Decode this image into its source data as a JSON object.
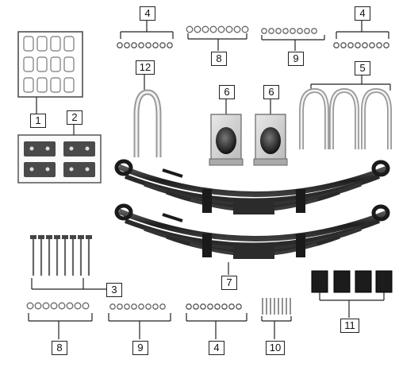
{
  "callouts": {
    "c1": "1",
    "c2": "2",
    "c3": "3",
    "c4a": "4",
    "c4b": "4",
    "c4c": "4",
    "c5": "5",
    "c6a": "6",
    "c6b": "6",
    "c7": "7",
    "c8a": "8",
    "c8b": "8",
    "c9a": "9",
    "c9b": "9",
    "c10": "10",
    "c11": "11",
    "c12": "12"
  }
}
